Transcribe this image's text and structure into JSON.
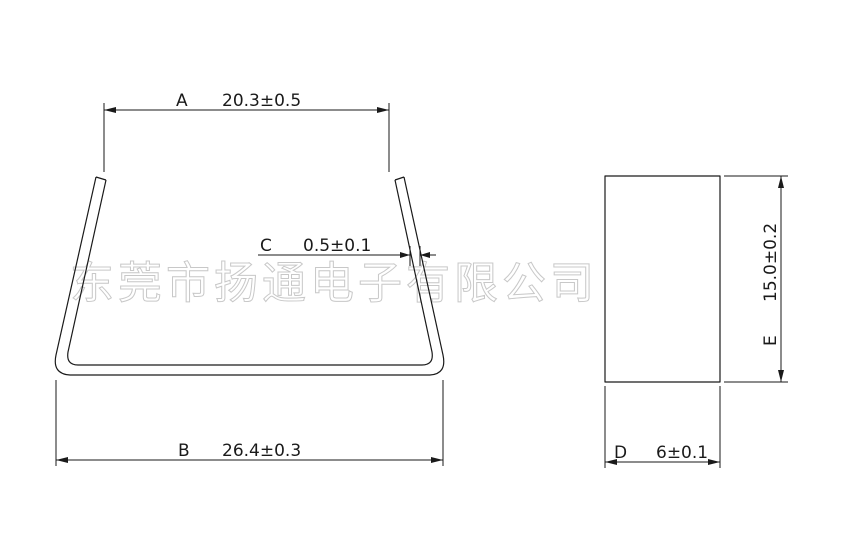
{
  "watermark": "东莞市扬通电子有限公司",
  "dimensions": {
    "A": {
      "letter": "A",
      "value": "20.3±0.5"
    },
    "B": {
      "letter": "B",
      "value": "26.4±0.3"
    },
    "C": {
      "letter": "C",
      "value": "0.5±0.1"
    },
    "D": {
      "letter": "D",
      "value": "6±0.1"
    },
    "E": {
      "letter": "E",
      "value": "15.0±0.2"
    }
  }
}
